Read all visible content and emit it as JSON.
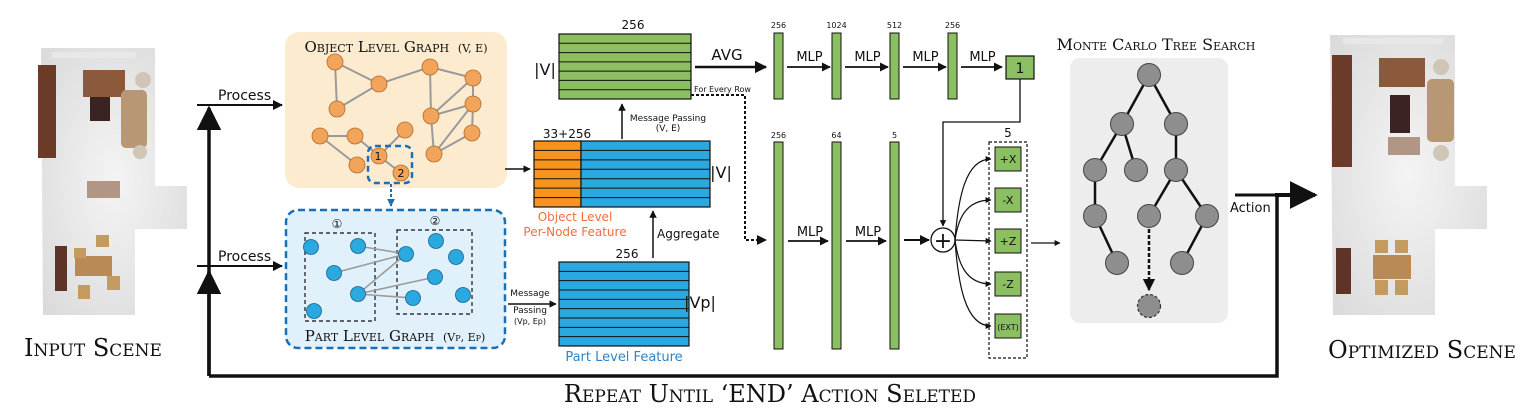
{
  "colors": {
    "object_panel": "#fdebd0",
    "object_node": "#f2a55a",
    "part_panel": "#e1f1fc",
    "part_node": "#2aa9e0",
    "part_border": "#1b6fb5",
    "feature_green": "#8bbf62",
    "feature_orange": "#f7941d",
    "feature_blue": "#29a9e0",
    "mcts_panel": "#ededed",
    "mcts_node": "#8e8e8e",
    "orange_text": "#ef6f3a",
    "blue_text": "#2a86c8"
  },
  "scenes": {
    "input_label": "Input Scene",
    "output_label": "Optimized Scene"
  },
  "process": {
    "top_label": "Process",
    "bottom_label": "Process"
  },
  "object_graph": {
    "title": "Object Level Graph",
    "title_suffix": "(V, E)",
    "highlight_nodes": [
      "1",
      "2"
    ]
  },
  "part_graph": {
    "title": "Part Level Graph",
    "title_suffix": "(Vp, Ep)",
    "group_labels": [
      "①",
      "②"
    ]
  },
  "features": {
    "object_graph_feature": {
      "width_label": "256",
      "height_label": "|V|",
      "rows": 7
    },
    "per_node_feature": {
      "width_label": "33+256",
      "height_label": "|V|",
      "rows": 7,
      "caption_line1": "Object Level",
      "caption_line2": "Per-Node Feature"
    },
    "part_feature": {
      "width_label": "256",
      "height_label": "|Vp|",
      "rows": 9,
      "caption": "Part Level Feature"
    }
  },
  "edges": {
    "avg": "AVG",
    "for_every_row": "For Every Row",
    "message_passing_ve_line1": "Message Passing",
    "message_passing_ve_line2": "(V, E)",
    "aggregate": "Aggregate",
    "message_passing_p_line1": "Message",
    "message_passing_p_line2": "Passing",
    "message_passing_p_line3": "(Vp, Ep)",
    "action": "Action"
  },
  "value_branch": {
    "layers": [
      "256",
      "1024",
      "512",
      "256"
    ],
    "mlp_label": "MLP",
    "output": "1"
  },
  "policy_branch": {
    "layers": [
      "256",
      "64",
      "5"
    ],
    "mlp_label": "MLP",
    "output_size": "5",
    "plus_symbol": "+",
    "actions": [
      "+X",
      "-X",
      "+Z",
      "-Z",
      "(EXT)"
    ]
  },
  "mcts": {
    "title": "Monte Carlo Tree Search"
  },
  "loop_caption": "Repeat Until ‘END’ Action Seleted"
}
